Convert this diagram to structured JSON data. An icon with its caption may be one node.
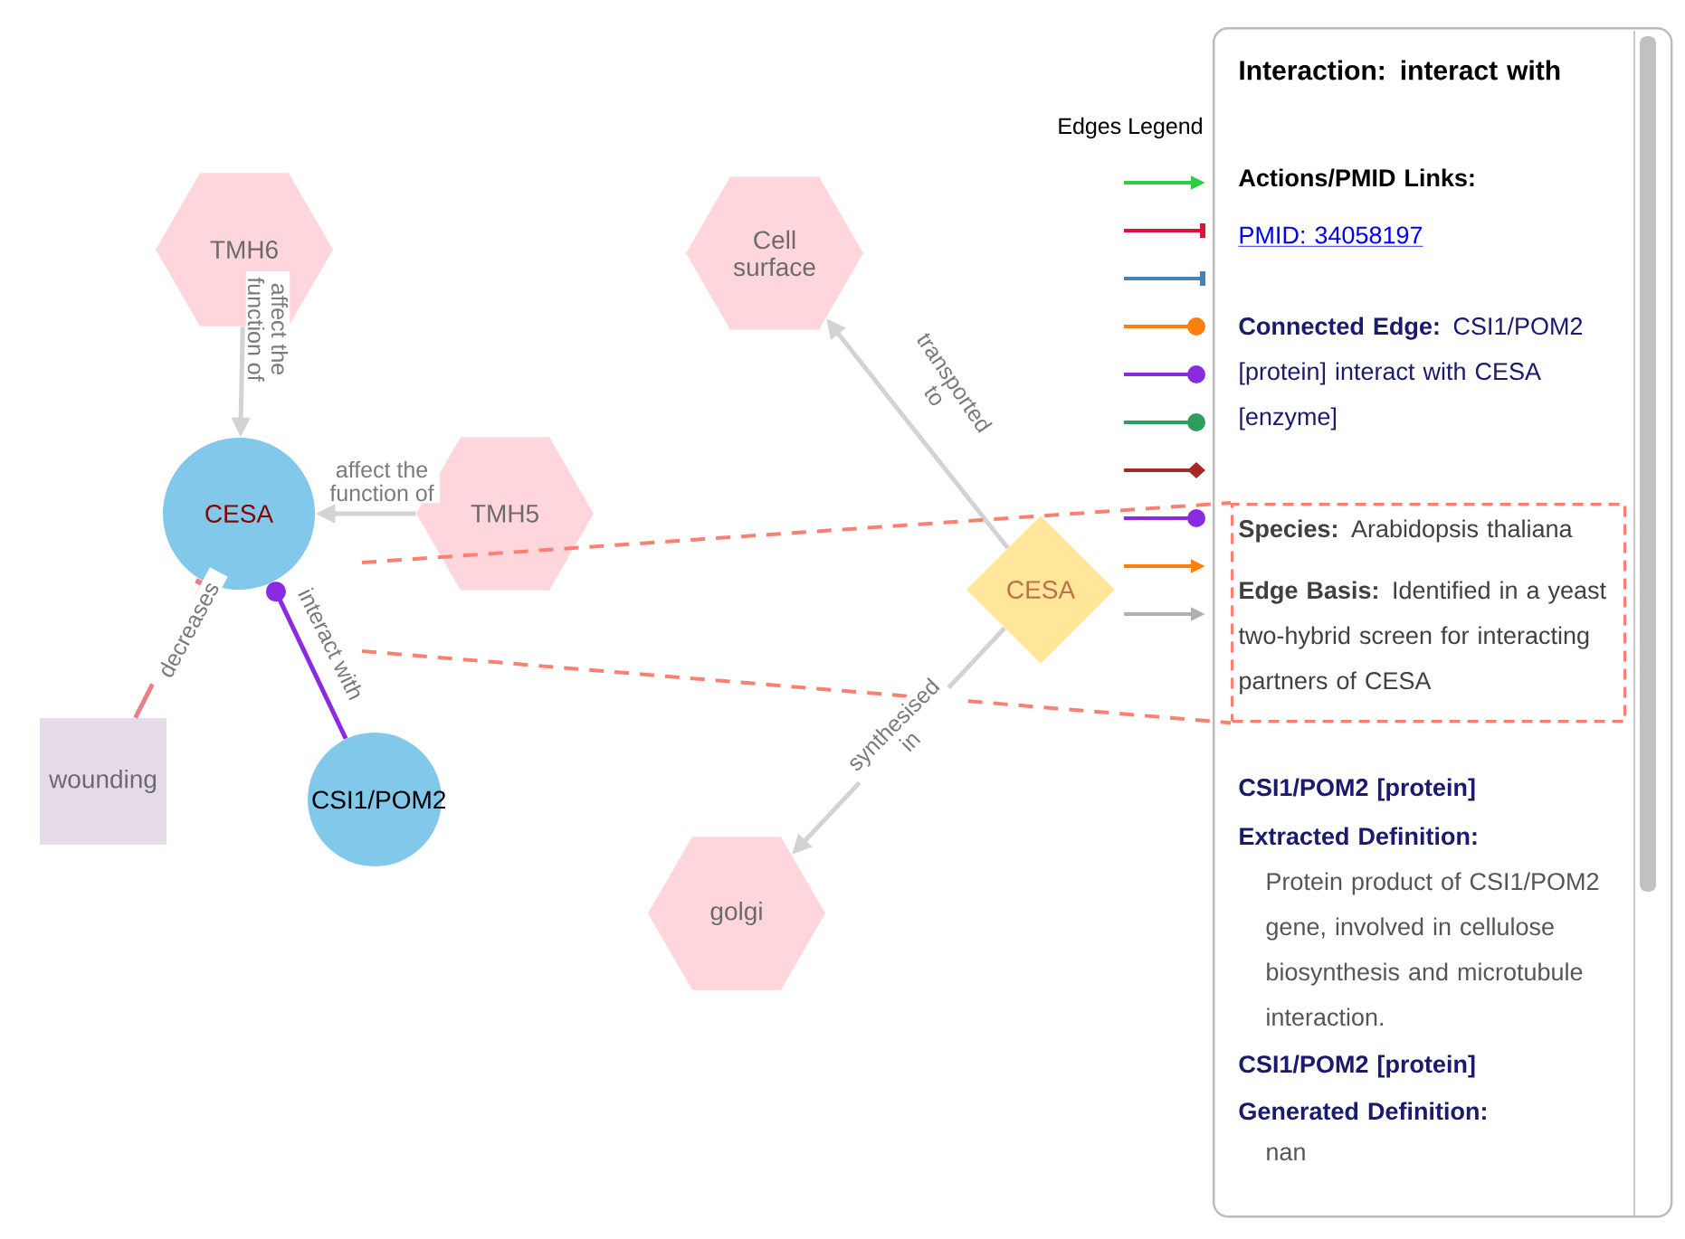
{
  "diagram": {
    "nodes": [
      {
        "text": [
          "TMH6"
        ]
      },
      {
        "text": [
          "CESA"
        ]
      },
      {
        "text": [
          "TMH5"
        ]
      },
      {
        "text": [
          "wounding"
        ]
      },
      {
        "text": [
          "CSI1/POM2"
        ]
      },
      {
        "text": [
          "Cell surface"
        ]
      },
      {
        "text": [
          "CESA"
        ]
      },
      {
        "text": [
          "golgi"
        ]
      },
      {
        "text": [
          "Interaction: interact with",
          "Actions/PMID Links:",
          "PMID: 34058197",
          "**Connected Edge:** CSI1/POM2 [protein] interact with CESA [enzyme]",
          "CSI1/POM2 [protein]",
          "Extracted Definition:",
          "Protein product of CSI1/POM2 gene, involved in cellulose biosynthesis and microtubule interaction.",
          "CSI1/POM2 [protein]",
          "Generated Definition:",
          "nan"
        ]
      },
      {
        "text": [
          "**Species:** Arabidopsis thaliana",
          "**Edge Basis:** Identified in a yeast two-hybrid screen for interacting partners of CESA"
        ],
        "in": 8
      }
    ],
    "edges": [
      {
        "from": 0,
        "to": 1,
        "arrow": "to",
        "label": "affect the function of"
      },
      {
        "from": 2,
        "to": 1,
        "arrow": "to",
        "label": "affect the function of"
      },
      {
        "from": 3,
        "to": 1,
        "arrow": "other",
        "label": "decreases",
        "color": "#e8808a"
      },
      {
        "from": 4,
        "to": 1,
        "arrow": "other",
        "label": "interact with",
        "color": "#8a2be2"
      },
      {
        "from": 6,
        "to": 5,
        "arrow": "to",
        "label": "transported to"
      },
      {
        "from": 6,
        "to": 7,
        "arrow": "to",
        "label": "synthesised in"
      },
      {
        "from": null,
        "to": 9,
        "arrow": "none",
        "style": "dashed",
        "color": "#fa8072"
      },
      {
        "from": null,
        "to": 9,
        "arrow": "none",
        "style": "dashed",
        "color": "#fa8072"
      }
    ],
    "labels": [
      "Edges Legend"
    ]
  }
}
